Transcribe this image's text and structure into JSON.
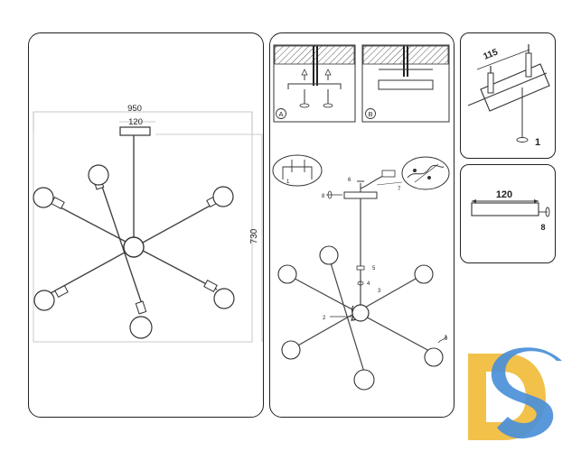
{
  "dimensions": {
    "overall_width": "950",
    "canopy_width": "120",
    "overall_height": "730"
  },
  "assembly": {
    "option_a": "A",
    "option_b": "B",
    "steps": [
      "1",
      "2",
      "3",
      "4",
      "5",
      "6",
      "7",
      "8",
      "9"
    ]
  },
  "anchors": {
    "spacing": "115",
    "step": "1"
  },
  "canopy": {
    "width": "120",
    "step": "8"
  },
  "logo": {
    "letters": "DS",
    "colors": {
      "d": "#f2c14a",
      "s": "#4a8fd8"
    }
  }
}
